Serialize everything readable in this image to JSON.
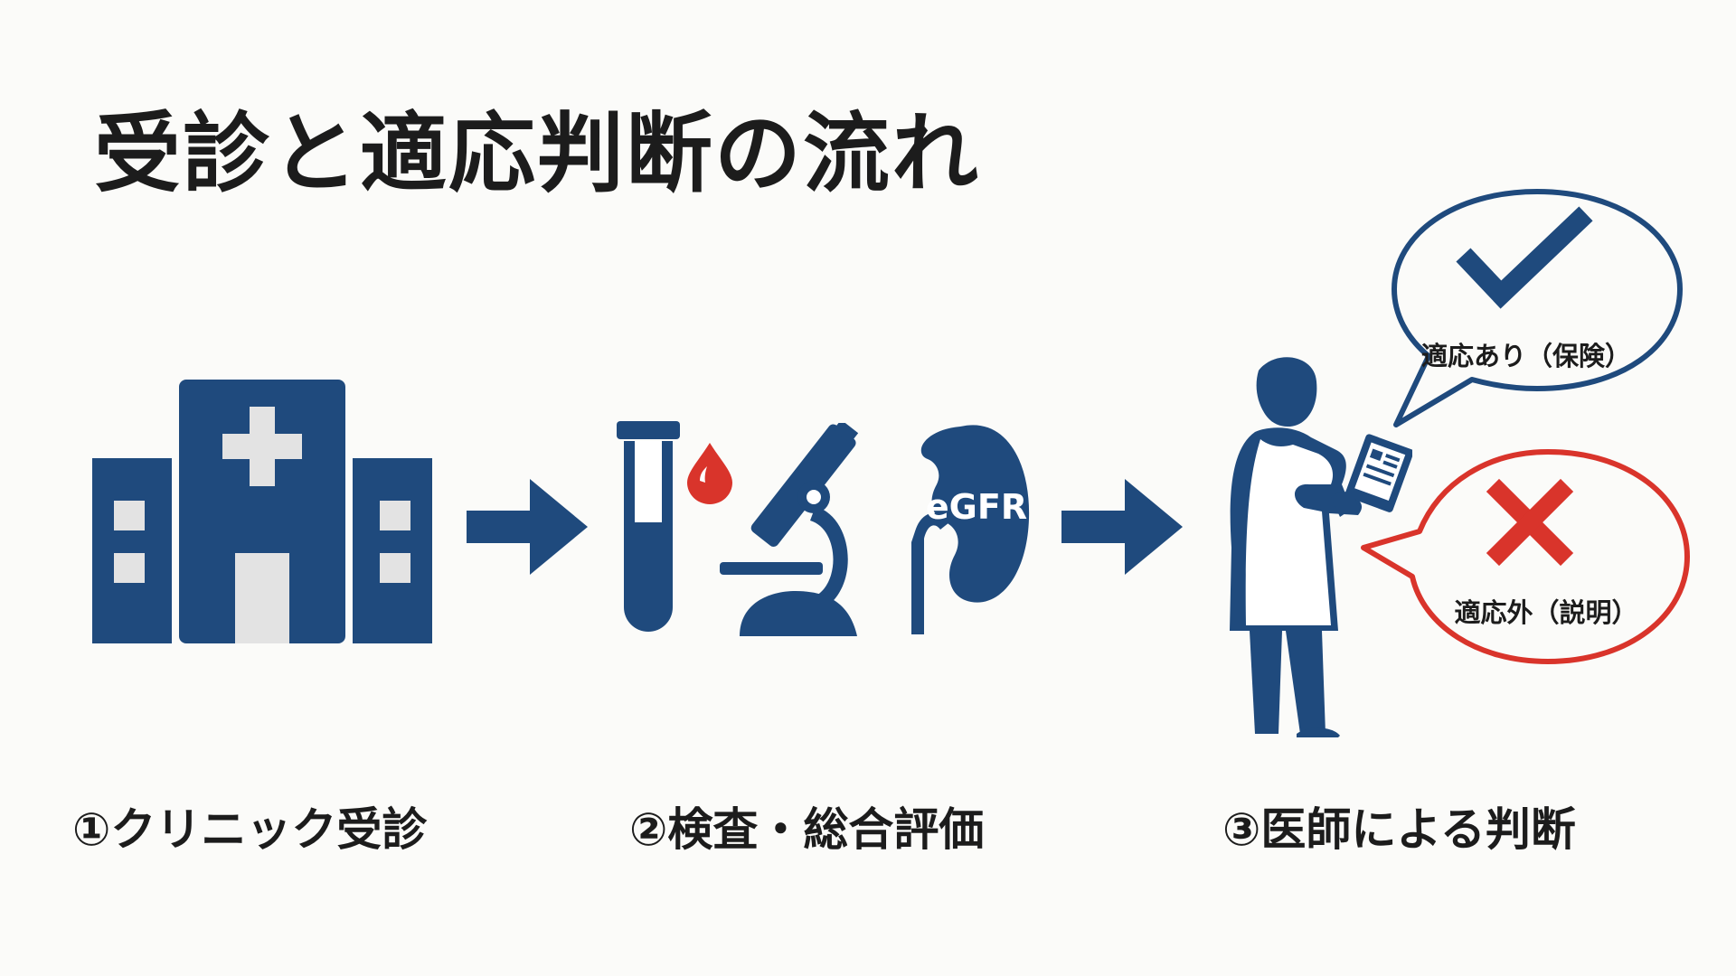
{
  "title": "受診と適応判断の流れ",
  "steps": [
    {
      "label": "①クリニック受診"
    },
    {
      "label": "②検査・総合評価"
    },
    {
      "label": "③医師による判断"
    }
  ],
  "kidney_label": "eGFR",
  "outcomes": {
    "approved": {
      "label": "適応あり（保険）",
      "icon": "check-icon",
      "color": "#1f4a7d"
    },
    "rejected": {
      "label": "適応外（説明）",
      "icon": "cross-icon",
      "color": "#d9342b"
    }
  },
  "colors": {
    "primary": "#1f4a7d",
    "accent": "#d9342b",
    "text": "#1c1c1c"
  }
}
